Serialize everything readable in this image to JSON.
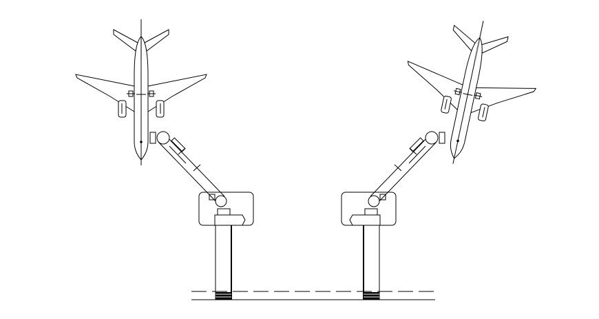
{
  "colors": {
    "line": "#000000",
    "background": "#ffffff"
  },
  "elements": {
    "aircraft": [
      "aircraft-left",
      "aircraft-right"
    ],
    "jet_bridges": [
      "jet-bridge-left",
      "jet-bridge-right"
    ]
  }
}
